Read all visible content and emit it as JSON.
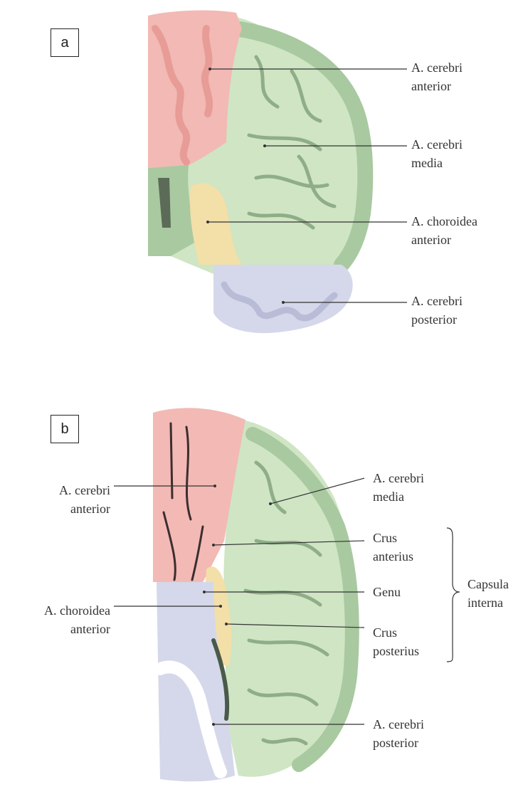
{
  "panel_a": {
    "tag": "a",
    "labels": {
      "aca": [
        "A. cerebri",
        "anterior"
      ],
      "mca": [
        "A. cerebri",
        "media"
      ],
      "acho": [
        "A. choroidea",
        "anterior"
      ],
      "pca": [
        "A. cerebri",
        "posterior"
      ]
    }
  },
  "panel_b": {
    "tag": "b",
    "labels": {
      "aca": [
        "A. cerebri",
        "anterior"
      ],
      "acho": [
        "A. choroidea",
        "anterior"
      ],
      "mca": [
        "A. cerebri",
        "media"
      ],
      "crus_ant": [
        "Crus",
        "anterius"
      ],
      "genu": [
        "Genu"
      ],
      "crus_post": [
        "Crus",
        "posterius"
      ],
      "capsula": [
        "Capsula",
        "interna"
      ],
      "pca": [
        "A. cerebri",
        "posterior"
      ]
    }
  },
  "colors": {
    "aca": "#f2b9b5",
    "aca_dark": "#e89c97",
    "mca": "#cfe5c4",
    "mca_dark": "#a9c9a0",
    "acho": "#f3dfa8",
    "pca": "#d5d8ea",
    "pca_dark": "#b8bcd6"
  }
}
